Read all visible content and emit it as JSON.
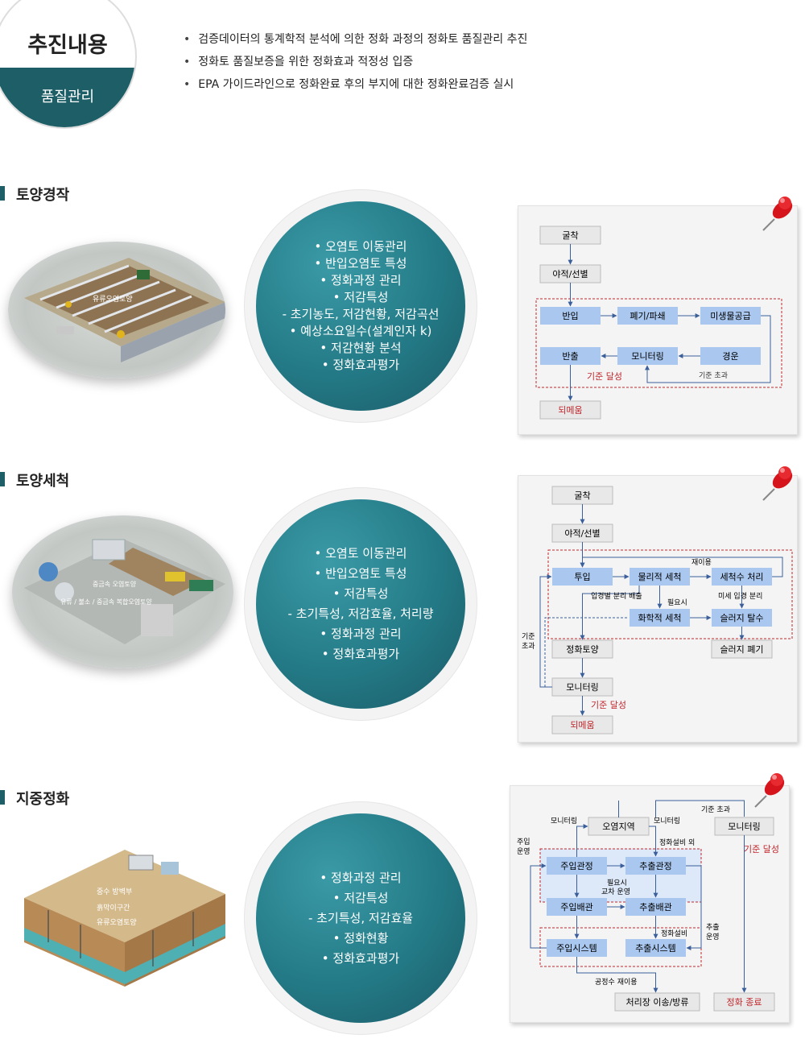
{
  "header": {
    "title": "추진내용",
    "subtitle": "품질관리",
    "bullets": [
      "검증데이터의 통계학적 분석에 의한 정화 과정의 정화토 품질관리 추진",
      "정화토 품질보증을 위한 정화효과 적정성 입증",
      "EPA 가이드라인으로 정화완료 후의 부지에 대한 정화완료검증 실시"
    ]
  },
  "sections": [
    {
      "title": "토양경작",
      "photo_labels": [
        "유류오염토양"
      ],
      "items": [
        "• 오염토 이동관리",
        "• 반입오염토 특성",
        "• 정화과정 관리",
        "• 저감특성",
        "- 초기농도, 저감현황, 저감곡선",
        "• 예상소요일수(설계인자 k)",
        "• 저감현황 분석",
        "• 정화효과평가"
      ],
      "flow": {
        "nodes": [
          "굴착",
          "야적/선별",
          "반입",
          "폐기/파쇄",
          "미생물공급",
          "반출",
          "모니터링",
          "경운",
          "되메움"
        ],
        "labels": [
          "기준 달성",
          "기준 초과"
        ]
      }
    },
    {
      "title": "토양세척",
      "photo_labels": [
        "중금속 오염토양",
        "유류 / 불소 / 중금속 복합오염토양"
      ],
      "items": [
        "• 오염토 이동관리",
        "• 반입오염토 특성",
        "• 저감특성",
        "- 초기특성, 저감효율, 처리량",
        "• 정화과정 관리",
        "• 정화효과평가"
      ],
      "flow": {
        "nodes": [
          "굴착",
          "야적/선별",
          "투입",
          "물리적 세척",
          "세척수 처리",
          "화학적 세척",
          "슬러지 탈수",
          "정화토양",
          "슬러지 폐기",
          "모니터링",
          "되메움"
        ],
        "labels": [
          "재이용",
          "입경별 분리 배출",
          "필요시",
          "미세 입경 분리",
          "기준",
          "초과",
          "기준 달성"
        ]
      }
    },
    {
      "title": "지중정화",
      "photo_labels": [
        "중수 방벽부",
        "흙막이구간",
        "유류오염토양"
      ],
      "items": [
        "• 정화과정 관리",
        "• 저감특성",
        "- 초기특성, 저감효율",
        "• 정화현황",
        "• 정화효과평가"
      ],
      "flow": {
        "nodes": [
          "오염지역",
          "모니터링",
          "주입관정",
          "추출관정",
          "주입배관",
          "추출배관",
          "주입시스템",
          "추출시스템",
          "처리장 이송/방류",
          "정화 종료"
        ],
        "labels": [
          "모니터링",
          "모니터링",
          "기준 초과",
          "주입",
          "운영",
          "정화설비 외",
          "필요시",
          "교차 운영",
          "정화설비",
          "추출",
          "운영",
          "공정수 재이용",
          "기준 달성"
        ]
      }
    }
  ],
  "colors": {
    "accent": "#1d5e67",
    "node_blue": "#a9c7ef",
    "node_gray": "#e8e8e8",
    "dash_red": "#c0272d",
    "label_red": "#c0272d",
    "pin_red": "#d5141b"
  }
}
